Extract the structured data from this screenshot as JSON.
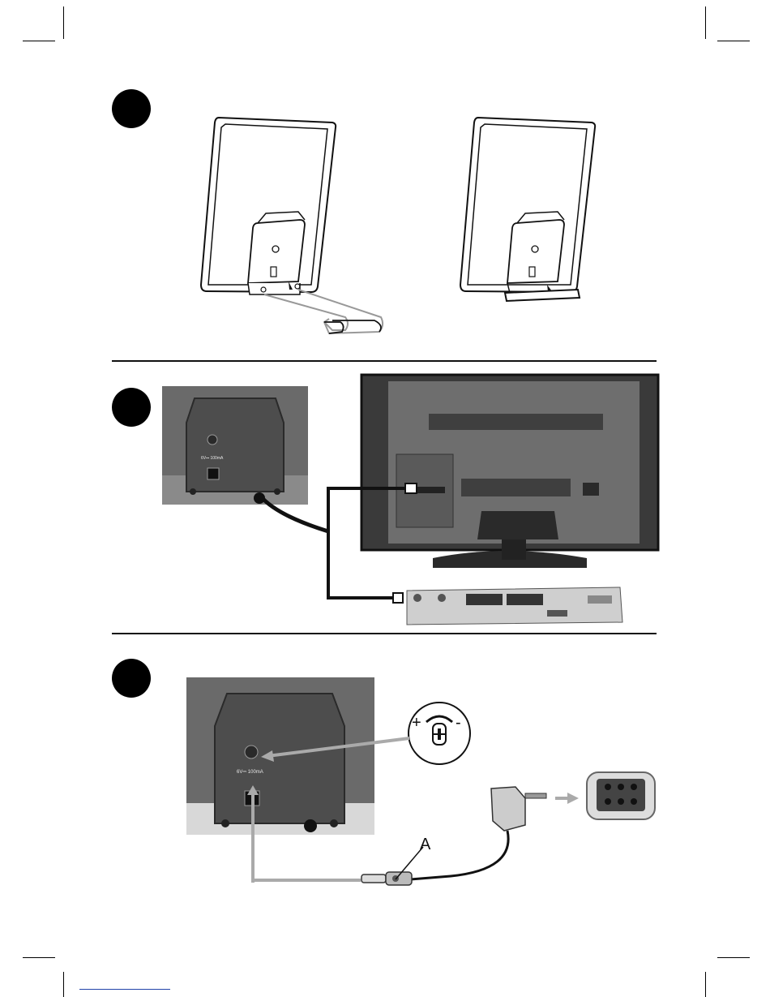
{
  "jack_label_small": "6V⎓ 100mA",
  "jack_label_large": "6V⎓ 100mA",
  "dial_plus": "+",
  "dial_minus": "-",
  "label_a": "A",
  "colors": {
    "ink": "#111111",
    "arrow": "#aaaaaa",
    "photo_dark": "#555555"
  }
}
